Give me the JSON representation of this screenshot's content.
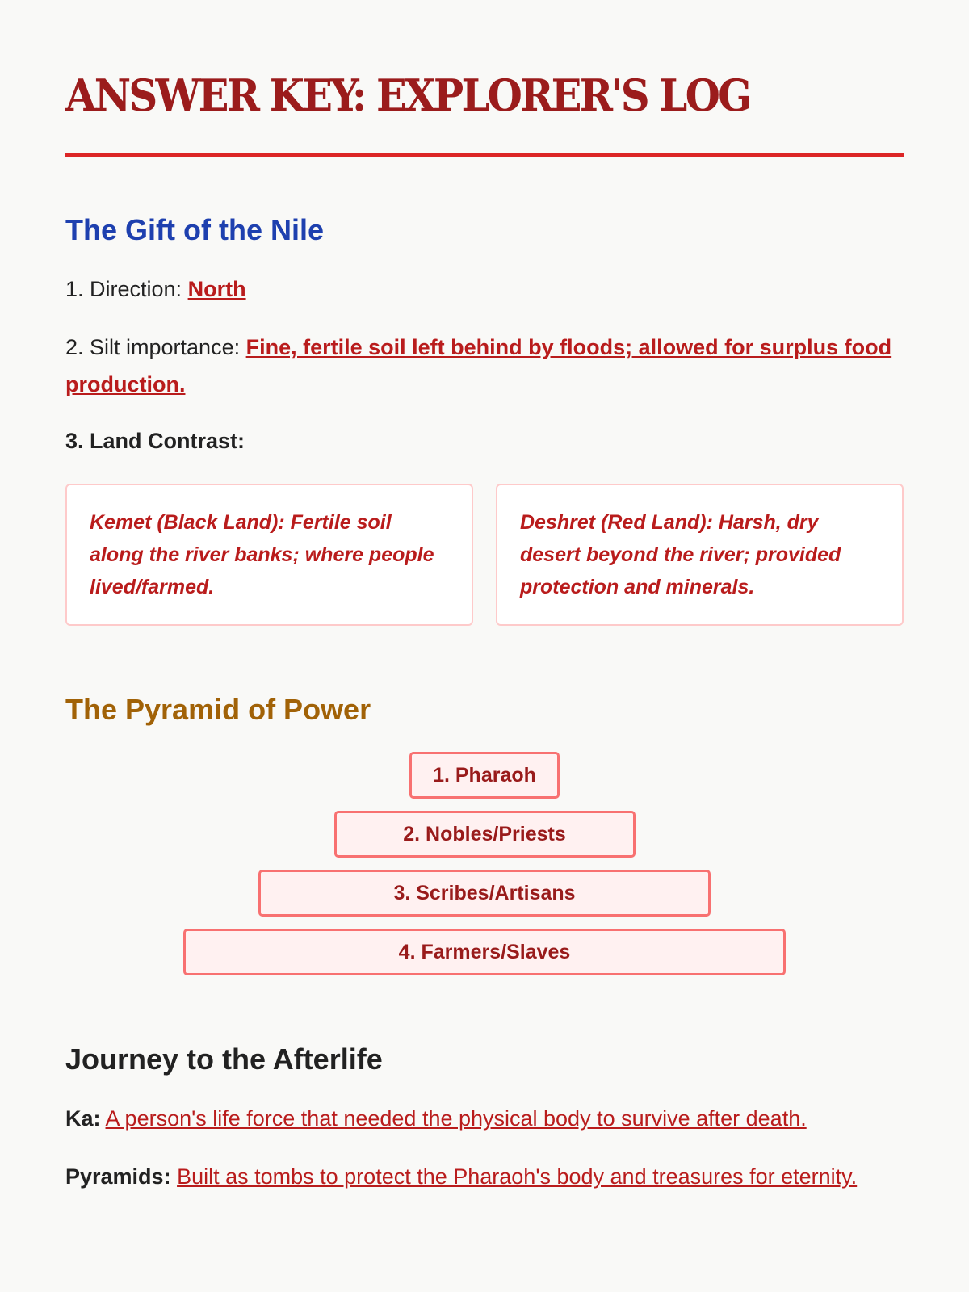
{
  "title": "ANSWER KEY: EXPLORER'S LOG",
  "nile": {
    "heading": "The Gift of the Nile",
    "q1_label": "1. Direction:",
    "q1_answer": "North",
    "q2_label": "2. Silt importance:",
    "q2_answer": "Fine, fertile soil left behind by floods; allowed for surplus food production.",
    "q3_label": "3. Land Contrast:",
    "cards": [
      "Kemet (Black Land): Fertile soil along the river banks; where people lived/farmed.",
      "Deshret (Red Land): Harsh, dry desert beyond the river; provided protection and minerals."
    ]
  },
  "pyramid": {
    "heading": "The Pyramid of Power",
    "tiers": [
      "1. Pharaoh",
      "2. Nobles/Priests",
      "3. Scribes/Artisans",
      "4. Farmers/Slaves"
    ]
  },
  "afterlife": {
    "heading": "Journey to the Afterlife",
    "ka_label": "Ka:",
    "ka_answer": "A person's life force that needed the physical body to survive after death.",
    "pyramids_label": "Pyramids:",
    "pyramids_answer": "Built as tombs to protect the Pharaoh's body and treasures for eternity."
  }
}
